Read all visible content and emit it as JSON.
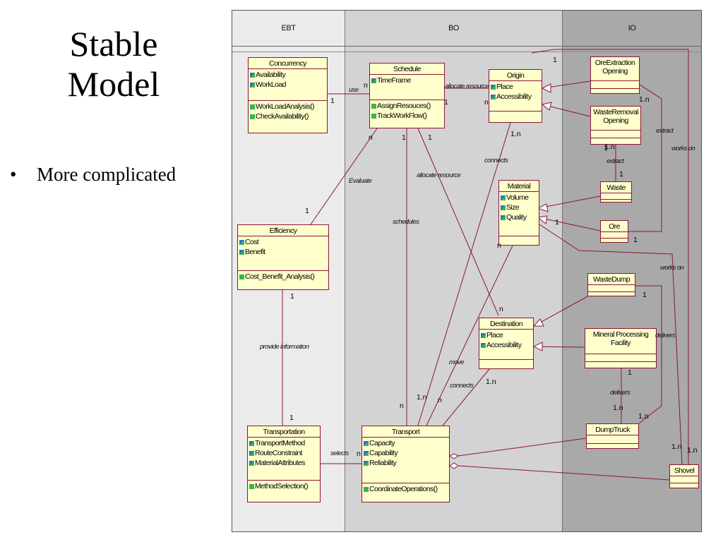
{
  "slide": {
    "title": "Stable Model",
    "bullets": [
      "More complicated"
    ]
  },
  "lanes": [
    "EBT",
    "BO",
    "IO"
  ],
  "classes": {
    "concurrency": {
      "name": "Concurrency",
      "attributes": [
        "Availability",
        "WorkLoad"
      ],
      "operations": [
        "WorkLoadAnalysis()",
        "CheckAvailability()"
      ]
    },
    "schedule": {
      "name": "Schedule",
      "attributes": [
        "TimeFrame"
      ],
      "operations": [
        "AssignResouces()",
        "TrackWorkFlow()"
      ]
    },
    "origin": {
      "name": "Origin",
      "attributes": [
        "Place",
        "Accessibility"
      ],
      "operations": []
    },
    "ore_extraction_opening": {
      "name": "OreExtraction Opening",
      "attributes": [],
      "operations": []
    },
    "waste_removal_opening": {
      "name": "WasteRemoval Opening",
      "attributes": [],
      "operations": []
    },
    "material": {
      "name": "Material",
      "attributes": [
        "Volume",
        "Size",
        "Quality"
      ],
      "operations": []
    },
    "waste": {
      "name": "Waste",
      "attributes": [],
      "operations": []
    },
    "ore": {
      "name": "Ore",
      "attributes": [],
      "operations": []
    },
    "efficiency": {
      "name": "Efficiency",
      "attributes": [
        "Cost",
        "Benefit"
      ],
      "operations": [
        "Cost_Benefit_Analysis()"
      ]
    },
    "waste_dump": {
      "name": "WasteDump",
      "attributes": [],
      "operations": []
    },
    "destination": {
      "name": "Destination",
      "attributes": [
        "Place",
        "Accessibility"
      ],
      "operations": []
    },
    "mineral_processing_facility": {
      "name": "Mineral Processing Facility",
      "attributes": [],
      "operations": []
    },
    "transportation": {
      "name": "Transportation",
      "attributes": [
        "TransportMethod",
        "RouteConstraint",
        "MaterialAttributes"
      ],
      "operations": [
        "MethodSelection()"
      ]
    },
    "transport": {
      "name": "Transport",
      "attributes": [
        "Capacity",
        "Capability",
        "Reliability"
      ],
      "operations": [
        "CoordinateOperations()"
      ]
    },
    "dump_truck": {
      "name": "DumpTruck",
      "attributes": [],
      "operations": []
    },
    "shovel": {
      "name": "Shovel",
      "attributes": [],
      "operations": []
    }
  },
  "association_labels": {
    "use": "use",
    "allocate_resource_top": "allocate resource",
    "connects_1": "connects",
    "extract_1": "extract",
    "extract_2": "extract",
    "works_on_1": "works on",
    "works_on_2": "works on",
    "evaluate": "Evaluate",
    "allocate_resource_mid": "allocate resource",
    "schedules": "schedules",
    "provide_information": "provide information",
    "delivers_1": "delivers",
    "delivers_2": "delivers",
    "move": "move",
    "connects_2": "connects",
    "selects": "selects"
  },
  "multiplicities": {
    "m1": "n",
    "m2": "1",
    "m3": "1",
    "m4": "n",
    "m5": "1",
    "m6": "1.n",
    "m7": "1.n",
    "m8": "1",
    "m9": "n",
    "m10": "1",
    "m11": "1",
    "m12": "1.n",
    "m13": "1",
    "m14": "1",
    "m15": "1",
    "m16": "n",
    "m17": "1",
    "m18": "1",
    "m19": "n",
    "m20": "1",
    "m21": "1",
    "m22": "1.n",
    "m23": "1.n",
    "m24": "n",
    "m25": "1.n",
    "m26": "n",
    "m27": "1",
    "m28": "n",
    "m29": "1.n",
    "m30": "1.n",
    "m31": "1.n"
  }
}
